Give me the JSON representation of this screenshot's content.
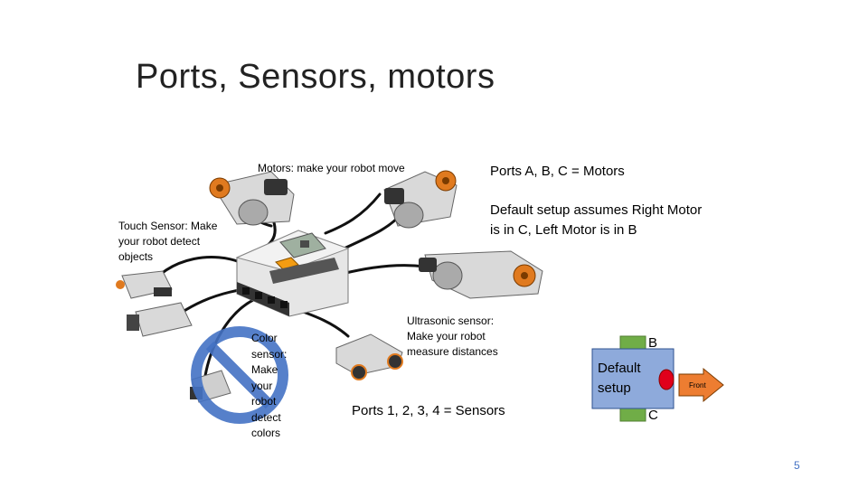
{
  "slide": {
    "title": "Ports, Sensors, motors",
    "page_number": "5"
  },
  "labels": {
    "motors": "Motors: make your robot move",
    "touch_sensor": [
      "Touch Sensor: Make",
      "your robot detect",
      "objects"
    ],
    "color_sensor": [
      "Color",
      "sensor:",
      "Make",
      "your",
      "robot",
      "detect",
      "colors"
    ],
    "ultrasonic": [
      "Ultrasonic sensor:",
      "Make your robot",
      "measure distances"
    ],
    "ports_motors": "Ports A, B, C = Motors",
    "default_setup_note": [
      "Default setup assumes Right Motor",
      "is in C, Left Motor is in B"
    ],
    "ports_sensors": "Ports 1, 2, 3, 4 = Sensors"
  },
  "setup_diagram": {
    "top_wheel": "B",
    "bottom_wheel": "C",
    "body_text": [
      "Default",
      "setup"
    ],
    "arrow_text": "Front"
  },
  "colors": {
    "robot_body": "#8eaadb",
    "wheel": "#70ad47",
    "sensor_dot": "#e0001b",
    "arrow": "#ed7d31",
    "no_sign": "#4472c4"
  }
}
